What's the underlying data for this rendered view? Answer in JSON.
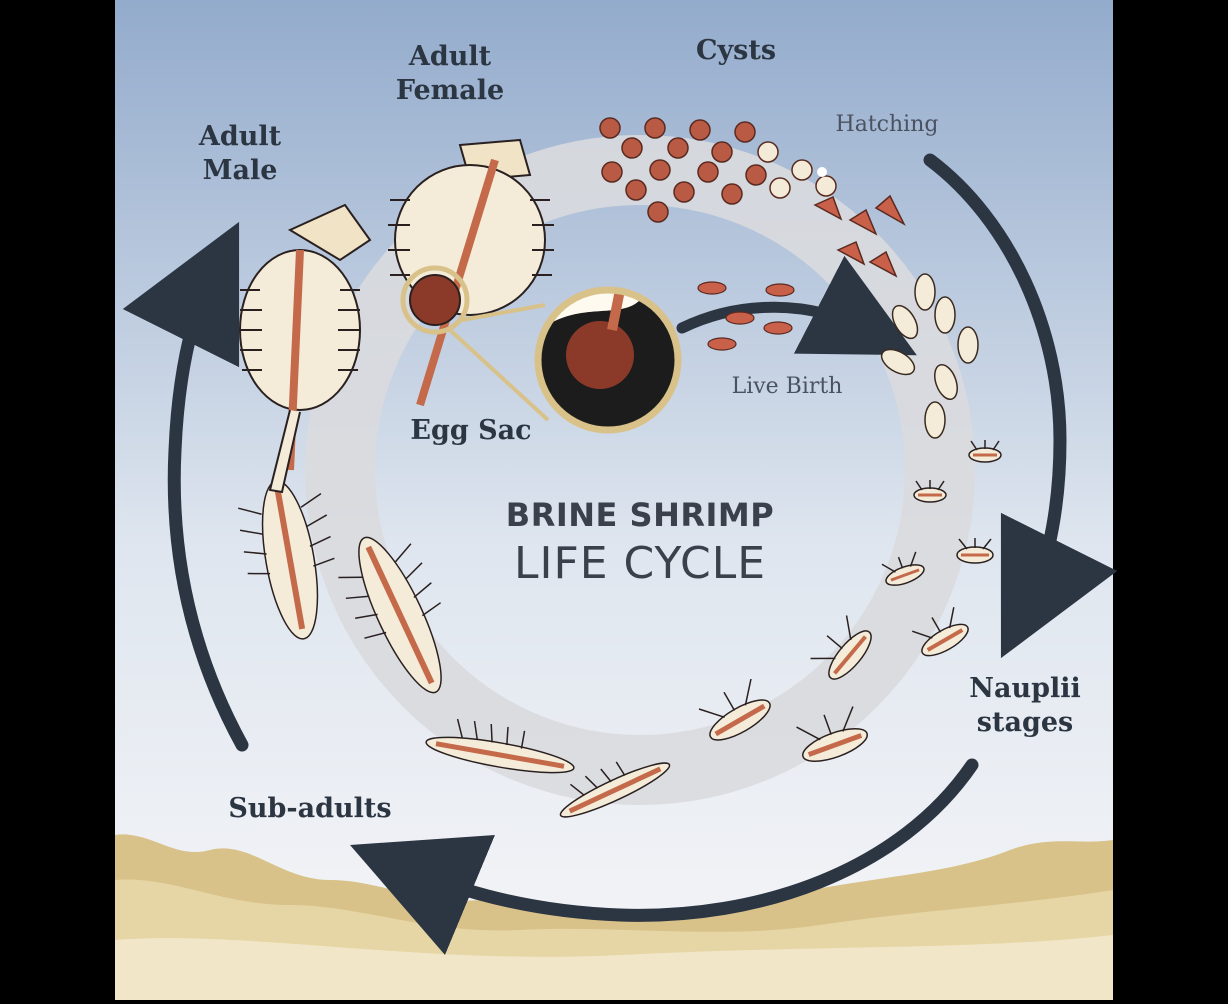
{
  "diagram": {
    "title_line1": "BRINE SHRIMP",
    "title_line2": "LIFE CYCLE",
    "labels": {
      "adult_male": "Adult\nMale",
      "adult_female": "Adult\nFemale",
      "cysts": "Cysts",
      "hatching": "Hatching",
      "live_birth": "Live Birth",
      "egg_sac": "Egg Sac",
      "nauplii_stages": "Nauplii\nstages",
      "sub_adults": "Sub-adults"
    },
    "colors": {
      "sky_top": "#93abcc",
      "sky_bottom": "#f4f5f8",
      "ring": "#d9dade",
      "arrow": "#2c3542",
      "cyst": "#b95a45",
      "sand": "#d8c289",
      "body": "#f5ecd9",
      "stripe": "#c46a4a"
    }
  }
}
